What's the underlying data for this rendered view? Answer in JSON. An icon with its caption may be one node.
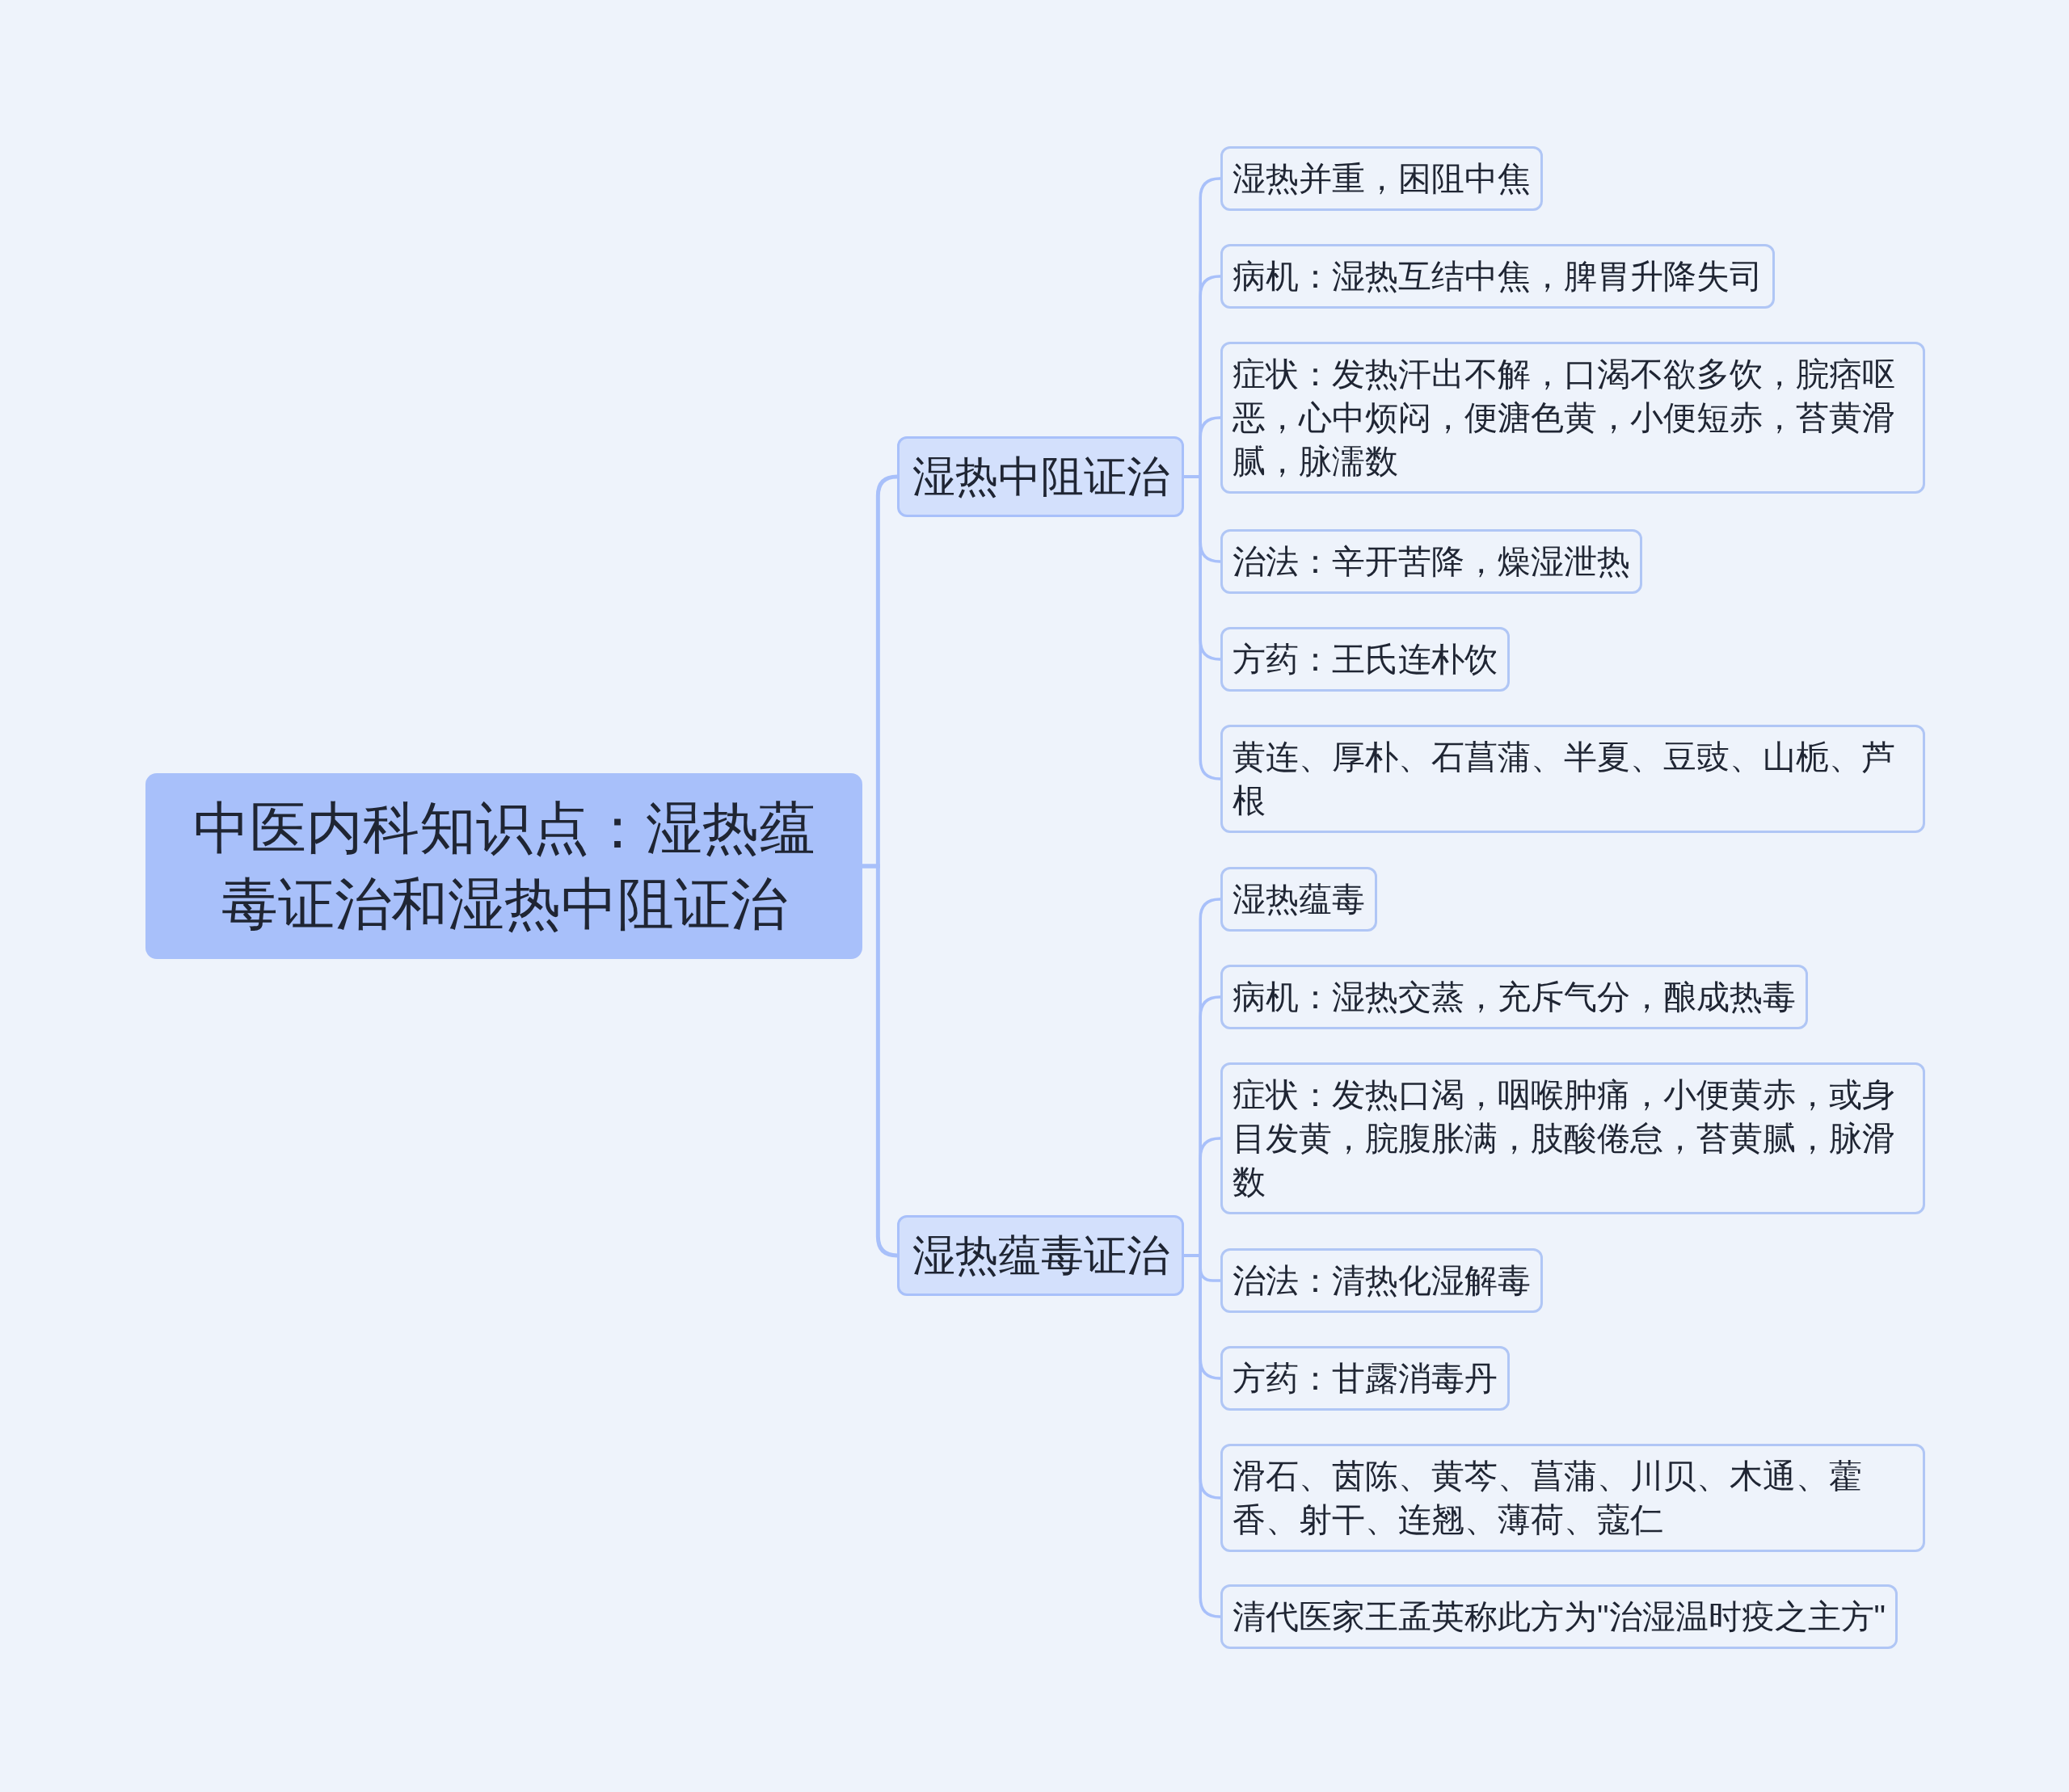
{
  "diagram": {
    "nodes": [
      {
        "text": [
          "中医内科知识点：湿热蕴毒证治和湿热中阻证治"
        ]
      },
      {
        "text": [
          "湿热中阻证治"
        ]
      },
      {
        "text": [
          "湿热并重，困阻中焦"
        ]
      },
      {
        "text": [
          "病机：湿热互结中焦，脾胃升降失司"
        ]
      },
      {
        "text": [
          "症状：发热汗出不解，口渴不欲多饮，脘痞呕恶，心中烦闷，便溏色黄，小便短赤，苔黄滑腻，脉濡数"
        ]
      },
      {
        "text": [
          "治法：辛开苦降，燥湿泄热"
        ]
      },
      {
        "text": [
          "方药：王氏连朴饮"
        ]
      },
      {
        "text": [
          "黄连、厚朴、石菖蒲、半夏、豆豉、山栀、芦根"
        ]
      },
      {
        "text": [
          "湿热蕴毒证治"
        ]
      },
      {
        "text": [
          "湿热蕴毒"
        ]
      },
      {
        "text": [
          "病机：湿热交蒸，充斥气分，酿成热毒"
        ]
      },
      {
        "text": [
          "症状：发热口渴，咽喉肿痛，小便黄赤，或身目发黄，脘腹胀满，肢酸倦怠，苔黄腻，脉滑数"
        ]
      },
      {
        "text": [
          "治法：清热化湿解毒"
        ]
      },
      {
        "text": [
          "方药：甘露消毒丹"
        ]
      },
      {
        "text": [
          "滑石、茵陈、黄芩、菖蒲、川贝、木通、藿香、射干、连翘、薄荷、蔻仁"
        ]
      },
      {
        "text": [
          "清代医家王孟英称此方为\"治湿温时疫之主方\""
        ]
      }
    ],
    "edges": [
      {
        "from": 0,
        "to": 1,
        "arrow": "none"
      },
      {
        "from": 0,
        "to": 8,
        "arrow": "none"
      },
      {
        "from": 1,
        "to": 2,
        "arrow": "none"
      },
      {
        "from": 1,
        "to": 3,
        "arrow": "none"
      },
      {
        "from": 1,
        "to": 4,
        "arrow": "none"
      },
      {
        "from": 1,
        "to": 5,
        "arrow": "none"
      },
      {
        "from": 1,
        "to": 6,
        "arrow": "none"
      },
      {
        "from": 1,
        "to": 7,
        "arrow": "none"
      },
      {
        "from": 8,
        "to": 9,
        "arrow": "none"
      },
      {
        "from": 8,
        "to": 10,
        "arrow": "none"
      },
      {
        "from": 8,
        "to": 11,
        "arrow": "none"
      },
      {
        "from": 8,
        "to": 12,
        "arrow": "none"
      },
      {
        "from": 8,
        "to": 13,
        "arrow": "none"
      },
      {
        "from": 8,
        "to": 14,
        "arrow": "none"
      },
      {
        "from": 8,
        "to": 15,
        "arrow": "none"
      }
    ]
  }
}
